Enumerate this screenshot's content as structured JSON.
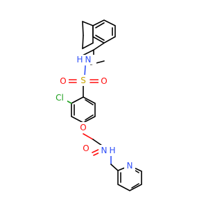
{
  "molecule": {
    "atoms": {
      "s": "S",
      "o_s_left": "O",
      "o_s_right": "O",
      "n_sulfonamide": "N",
      "h_sulfonamide": "H",
      "cl": "Cl",
      "o_ether": "O",
      "o_carbonyl": "O",
      "n_amide": "N",
      "h_amide": "H",
      "n_pyridine": "N"
    },
    "colors": {
      "carbon": "#000000",
      "oxygen": "#ff0d0d",
      "nitrogen": "#3050f8",
      "sulfur": "#c9a400",
      "chlorine": "#1fa01f"
    }
  }
}
